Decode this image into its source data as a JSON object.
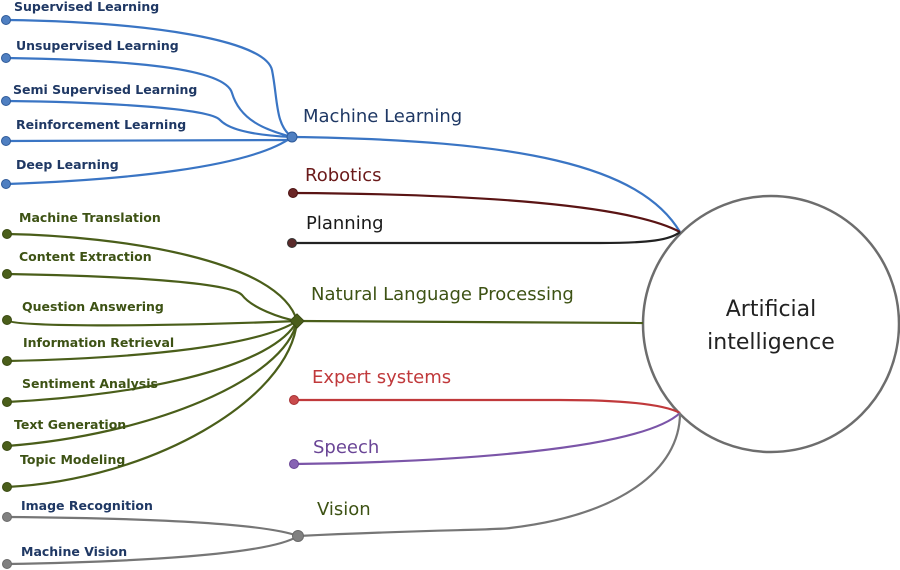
{
  "colors": {
    "ml": "#3a75c4",
    "ml_text": "#1f3864",
    "robotics": "#5a1414",
    "robotics_text": "#6b1a1a",
    "planning": "#222222",
    "planning_dot": "#5a2a2a",
    "nlp": "#4a5e1a",
    "nlp_text": "#3d5214",
    "expert": "#c0393b",
    "speech": "#7b55a8",
    "vision": "#767676",
    "vision_text": "#3d5214",
    "vision_leaf_text": "#1f3864",
    "circle": "#6d6d6d"
  },
  "center": {
    "label_line1": "Artificial",
    "label_line2": "intelligence"
  },
  "branches": {
    "machine_learning": {
      "label": "Machine Learning",
      "children": [
        "Supervised Learning",
        "Unsupervised Learning",
        "Semi Supervised Learning",
        "Reinforcement Learning",
        "Deep Learning"
      ]
    },
    "robotics": {
      "label": "Robotics"
    },
    "planning": {
      "label": "Planning"
    },
    "nlp": {
      "label": "Natural Language Processing",
      "children": [
        "Machine Translation",
        "Content Extraction",
        "Question Answering",
        "Information Retrieval",
        "Sentiment Analysis",
        "Text Generation",
        "Topic Modeling"
      ]
    },
    "expert_systems": {
      "label": "Expert systems"
    },
    "speech": {
      "label": "Speech"
    },
    "vision": {
      "label": "Vision",
      "children": [
        "Image Recognition",
        "Machine Vision"
      ]
    }
  }
}
